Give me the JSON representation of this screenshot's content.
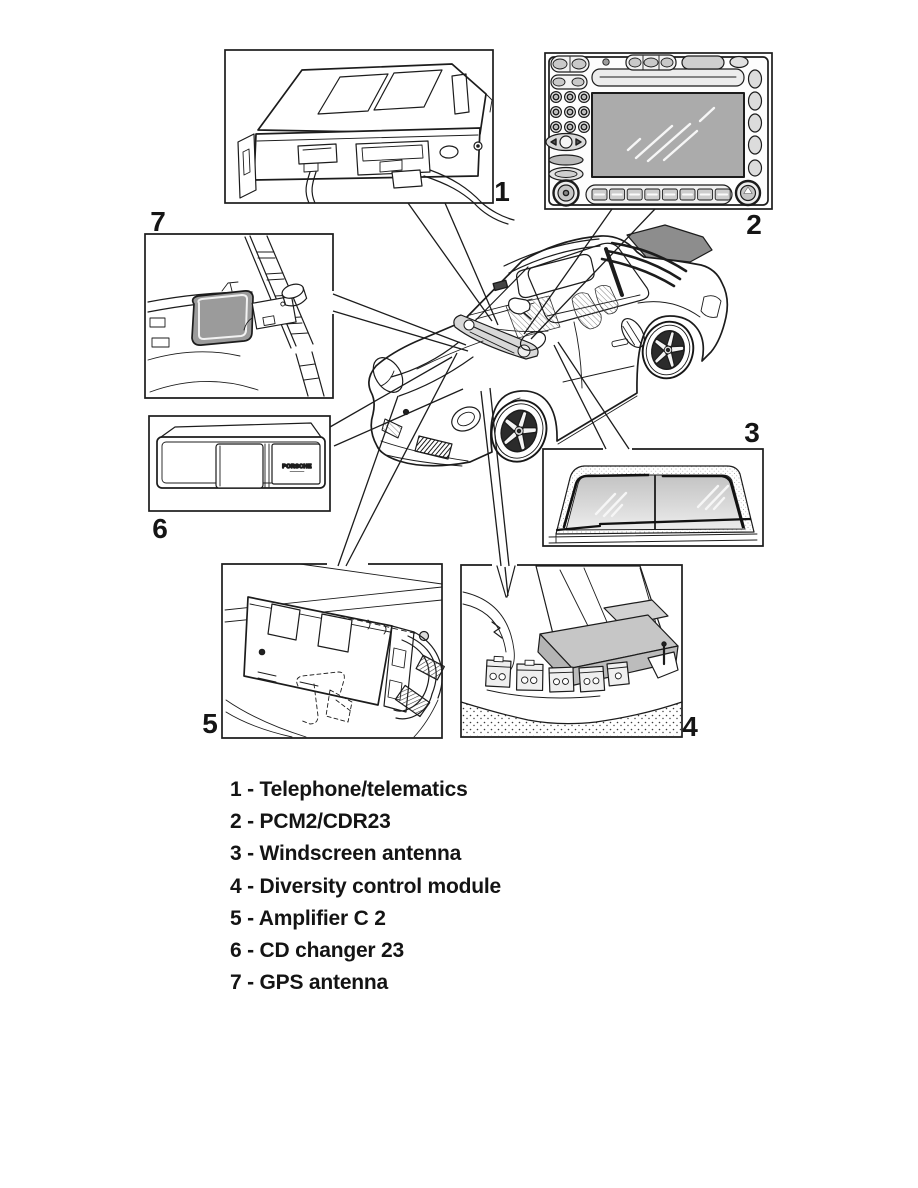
{
  "colors": {
    "line": "#1c1c1c",
    "paper": "#ffffff",
    "screen_gray": "#ababab",
    "rear_glass_gray": "#d6d6d6",
    "module_gray": "#c6c6c6",
    "mirror_gray": "#9b9b9b",
    "spoiler_gray": "#8d8d8d"
  },
  "callouts": {
    "telephone": {
      "number": "1"
    },
    "pcm": {
      "number": "2"
    },
    "windscreen_antenna": {
      "number": "3"
    },
    "diversity": {
      "number": "4"
    },
    "amplifier": {
      "number": "5"
    },
    "cd_changer": {
      "number": "6",
      "brand": "PORSCHE"
    },
    "gps_antenna": {
      "number": "7"
    }
  },
  "legend": {
    "items": [
      {
        "line": "1 - Telephone/telematics"
      },
      {
        "line": "2 - PCM2/CDR23"
      },
      {
        "line": "3 - Windscreen antenna"
      },
      {
        "line": "4 - Diversity control module"
      },
      {
        "line": "5 - Amplifier C 2"
      },
      {
        "line": "6 - CD changer 23"
      },
      {
        "line": "7 - GPS antenna"
      }
    ]
  }
}
